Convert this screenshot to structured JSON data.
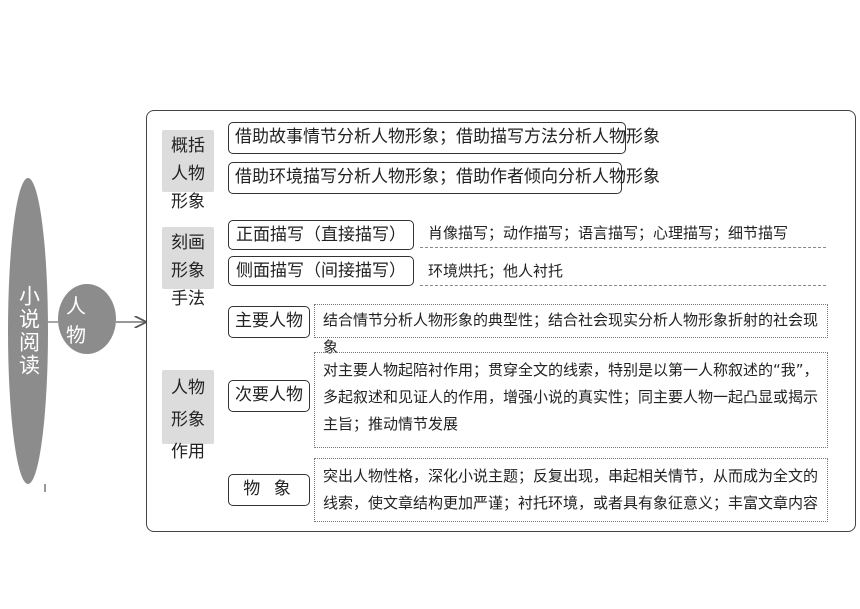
{
  "root": "小说阅读",
  "node_person": "人 物",
  "section1": {
    "label": "概括人物形象",
    "items": [
      "借助故事情节分析人物形象；借助描写方法分析人物形象",
      "借助环境描写分析人物形象；借助作者倾向分析人物形象"
    ]
  },
  "section2": {
    "label": "刻画形象手法",
    "items": [
      {
        "name": "正面描写（直接描写）",
        "detail": "肖像描写；动作描写；语言描写；心理描写；细节描写"
      },
      {
        "name": "侧面描写（间接描写）",
        "detail": "环境烘托；他人衬托"
      }
    ]
  },
  "section3": {
    "label": "人物形象作用",
    "items": [
      {
        "name": "主要人物",
        "detail": "结合情节分析人物形象的典型性；结合社会现实分析人物形象折射的社会现象"
      },
      {
        "name": "次要人物",
        "detail": "对主要人物起陪衬作用；贯穿全文的线索，特别是以第一人称叙述的“我”，多起叙述和见证人的作用，增强小说的真实性；同主要人物一起凸显或揭示主旨；推动情节发展"
      },
      {
        "name": "物 象",
        "detail": "突出人物性格，深化小说主题；反复出现，串起相关情节，从而成为全文的线索，使文章结构更加严谨；衬托环境，或者具有象征意义；丰富文章内容"
      }
    ]
  }
}
